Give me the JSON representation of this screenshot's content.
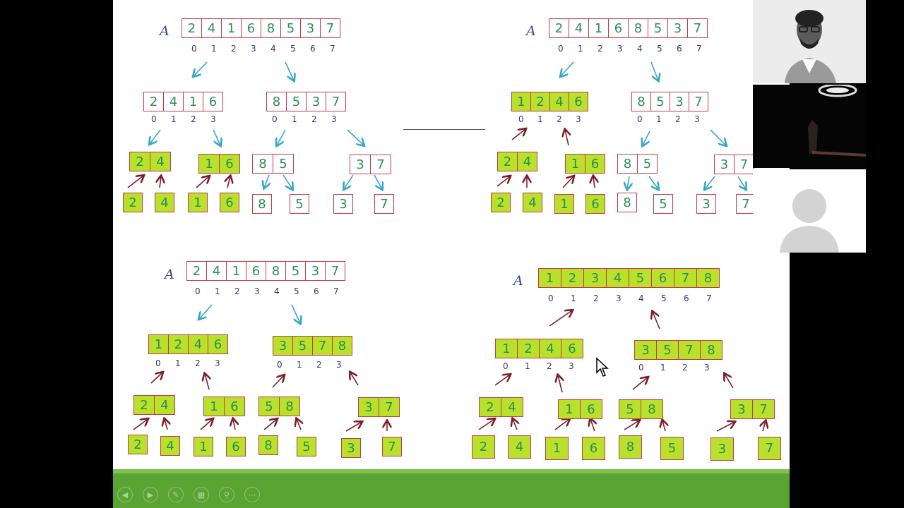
{
  "array_label": "A",
  "indices8": [
    "0",
    "1",
    "2",
    "3",
    "4",
    "5",
    "6",
    "7"
  ],
  "indices4": [
    "0",
    "1",
    "2",
    "3"
  ],
  "panels": [
    {
      "name": "top-left",
      "top": [
        "2",
        "4",
        "1",
        "6",
        "8",
        "5",
        "3",
        "7"
      ],
      "mid": [
        [
          "2",
          "4",
          "1",
          "6"
        ],
        [
          "8",
          "5",
          "3",
          "7"
        ]
      ],
      "pairs": [
        [
          "2",
          "4"
        ],
        [
          "1",
          "6"
        ],
        [
          "8",
          "5"
        ],
        [
          "3",
          "7"
        ]
      ],
      "singles": [
        "2",
        "4",
        "1",
        "6",
        "8",
        "5",
        "3",
        "7"
      ]
    },
    {
      "name": "top-right",
      "top": [
        "2",
        "4",
        "1",
        "6",
        "8",
        "5",
        "3",
        "7"
      ],
      "mid": [
        [
          "1",
          "2",
          "4",
          "6"
        ],
        [
          "8",
          "5",
          "3",
          "7"
        ]
      ],
      "pairs": [
        [
          "2",
          "4"
        ],
        [
          "1",
          "6"
        ],
        [
          "8",
          "5"
        ],
        [
          "3",
          "7"
        ]
      ],
      "singles": [
        "2",
        "4",
        "1",
        "6",
        "8",
        "5",
        "3",
        "7"
      ]
    },
    {
      "name": "bottom-left",
      "top": [
        "2",
        "4",
        "1",
        "6",
        "8",
        "5",
        "3",
        "7"
      ],
      "mid": [
        [
          "1",
          "2",
          "4",
          "6"
        ],
        [
          "3",
          "5",
          "7",
          "8"
        ]
      ],
      "pairs": [
        [
          "2",
          "4"
        ],
        [
          "1",
          "6"
        ],
        [
          "5",
          "8"
        ],
        [
          "3",
          "7"
        ]
      ],
      "singles": [
        "2",
        "4",
        "1",
        "6",
        "8",
        "5",
        "3",
        "7"
      ]
    },
    {
      "name": "bottom-right",
      "top": [
        "1",
        "2",
        "3",
        "4",
        "5",
        "6",
        "7",
        "8"
      ],
      "mid": [
        [
          "1",
          "2",
          "4",
          "6"
        ],
        [
          "3",
          "5",
          "7",
          "8"
        ]
      ],
      "pairs": [
        [
          "2",
          "4"
        ],
        [
          "1",
          "6"
        ],
        [
          "5",
          "8"
        ],
        [
          "3",
          "7"
        ]
      ],
      "singles": [
        "2",
        "4",
        "1",
        "6",
        "8",
        "5",
        "3",
        "7"
      ]
    }
  ],
  "controls": {
    "prev_icon": "arrow-left-icon",
    "next_icon": "arrow-right-icon",
    "pen_icon": "pen-icon",
    "grid_icon": "slides-grid-icon",
    "zoom_icon": "zoom-icon",
    "more_icon": "more-icon"
  },
  "colors": {
    "highlight": "#b9e02a",
    "border": "#c23b4a",
    "digit": "#2e8b57",
    "down_arrow": "#35a7c8",
    "up_arrow": "#7a1f2b",
    "bar": "#5aa433"
  }
}
